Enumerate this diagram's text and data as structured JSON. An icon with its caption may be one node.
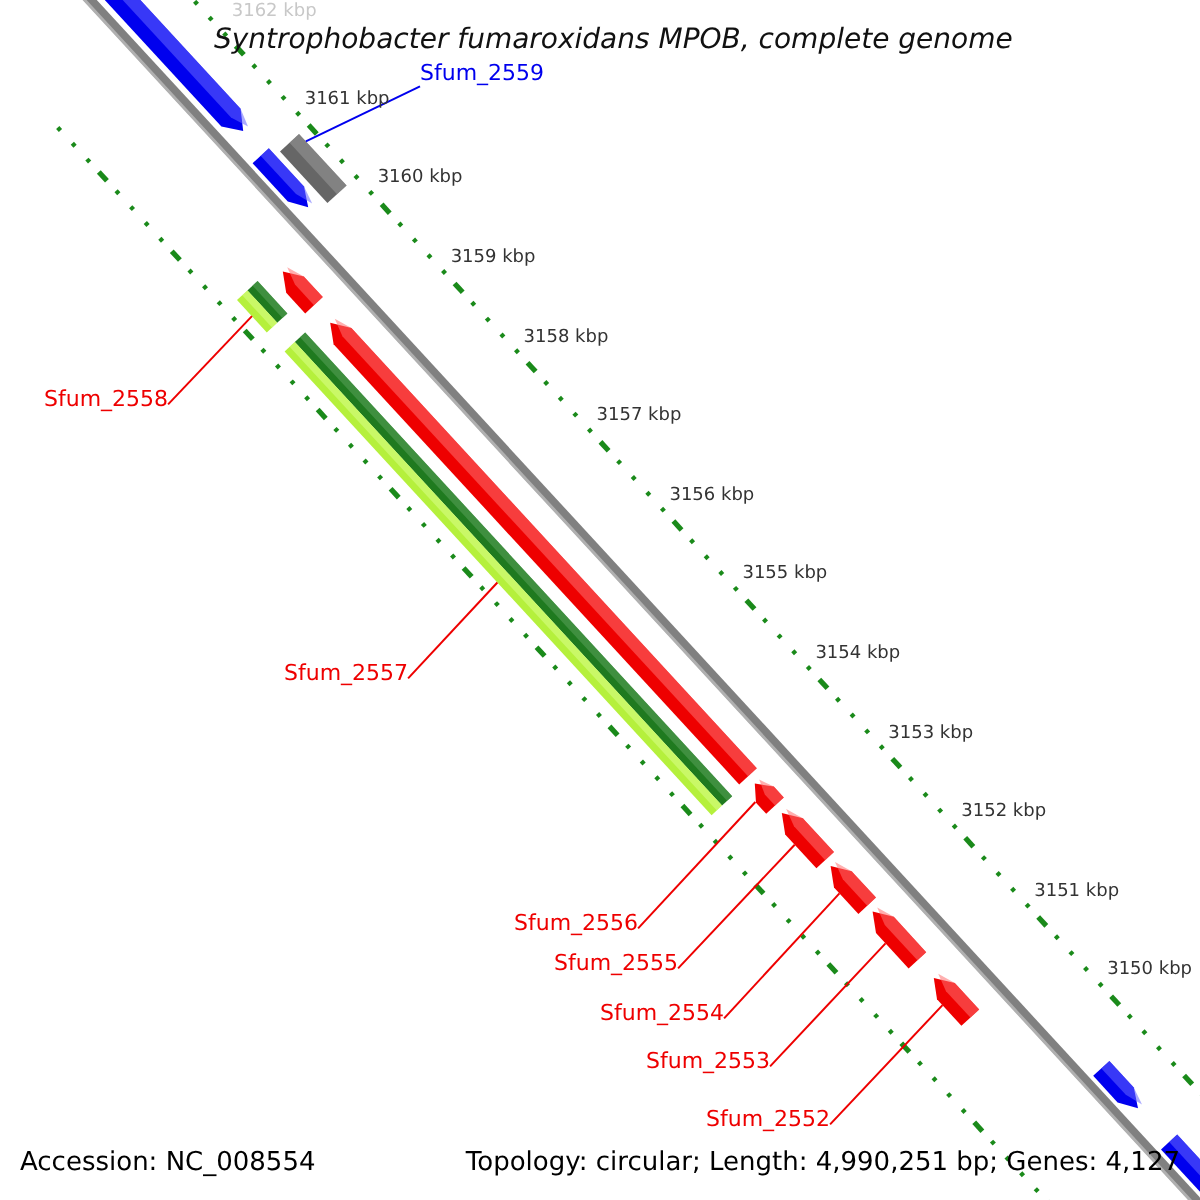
{
  "diagram": {
    "title": "Syntrophobacter fumaroxidans MPOB, complete genome",
    "nodes": [
      {
        "text": [
          "Sfum_2559"
        ]
      },
      {
        "text": [
          "Sfum_2558"
        ]
      },
      {
        "text": [
          "Sfum_2557"
        ]
      },
      {
        "text": [
          "Sfum_2556"
        ]
      },
      {
        "text": [
          "Sfum_2555"
        ]
      },
      {
        "text": [
          "Sfum_2554"
        ]
      },
      {
        "text": [
          "Sfum_2553"
        ]
      },
      {
        "text": [
          "Sfum_2552"
        ]
      },
      {
        "text": [],
        "shape": "arrow"
      },
      {
        "text": [],
        "shape": "bar"
      },
      {
        "text": [],
        "shape": "arrow"
      },
      {
        "text": [],
        "shape": "arrow"
      },
      {
        "text": [],
        "shape": "bar"
      },
      {
        "text": [],
        "shape": "arrow"
      },
      {
        "text": [],
        "shape": "bar"
      },
      {
        "text": [],
        "shape": "arrow"
      },
      {
        "text": [],
        "shape": "arrow"
      },
      {
        "text": [],
        "shape": "arrow"
      },
      {
        "text": [],
        "shape": "arrow"
      },
      {
        "text": [],
        "shape": "arrow"
      },
      {
        "text": [],
        "shape": "arrow"
      },
      {
        "text": [],
        "shape": "arrow"
      }
    ],
    "edges": [
      {
        "from": 0,
        "to": 9,
        "arrow": "none",
        "color": "#0000ee"
      },
      {
        "from": 1,
        "to": 12,
        "arrow": "none"
      },
      {
        "from": 2,
        "to": 14,
        "arrow": "none"
      },
      {
        "from": 3,
        "to": 15,
        "arrow": "none"
      },
      {
        "from": 4,
        "to": 16,
        "arrow": "none"
      },
      {
        "from": 5,
        "to": 17,
        "arrow": "none"
      },
      {
        "from": 6,
        "to": 18,
        "arrow": "none"
      },
      {
        "from": 7,
        "to": 19,
        "arrow": "none"
      }
    ],
    "labels": [
      "3162 kbp",
      "3161 kbp",
      "3160 kbp",
      "3159 kbp",
      "3158 kbp",
      "3157 kbp",
      "3156 kbp",
      "3155 kbp",
      "3154 kbp",
      "3153 kbp",
      "3152 kbp",
      "3151 kbp",
      "3150 kbp",
      "Accession: NC_008554",
      "Topology: circular; Length: 4,990,251 bp; Genes: 4,127"
    ]
  }
}
